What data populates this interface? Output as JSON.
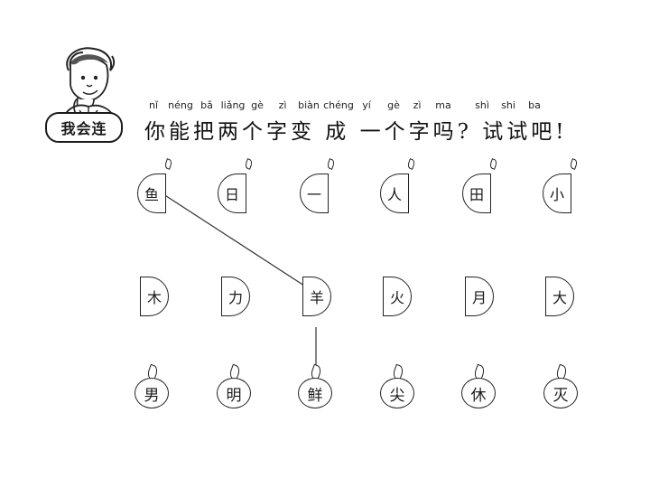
{
  "badge_label": "我会连",
  "instruction": "你能把两个字变 成 一个字吗? 试试吧!",
  "pinyin": [
    "nǐ",
    "néng",
    "bǎ",
    "liǎng",
    "gè",
    "zì",
    "biàn",
    "chéng",
    "yí",
    "gè",
    "zì",
    "ma",
    "shì",
    "shi",
    "ba"
  ],
  "top_row": [
    "鱼",
    "日",
    "一",
    "人",
    "田",
    "小"
  ],
  "middle_row": [
    "木",
    "力",
    "羊",
    "火",
    "月",
    "大"
  ],
  "bottom_row": [
    "男",
    "明",
    "鲜",
    "尖",
    "休",
    "灭"
  ],
  "connections": [
    {
      "from": "top_row.0",
      "to": "middle_row.2"
    },
    {
      "from": "middle_row.2",
      "to": "bottom_row.2"
    }
  ]
}
